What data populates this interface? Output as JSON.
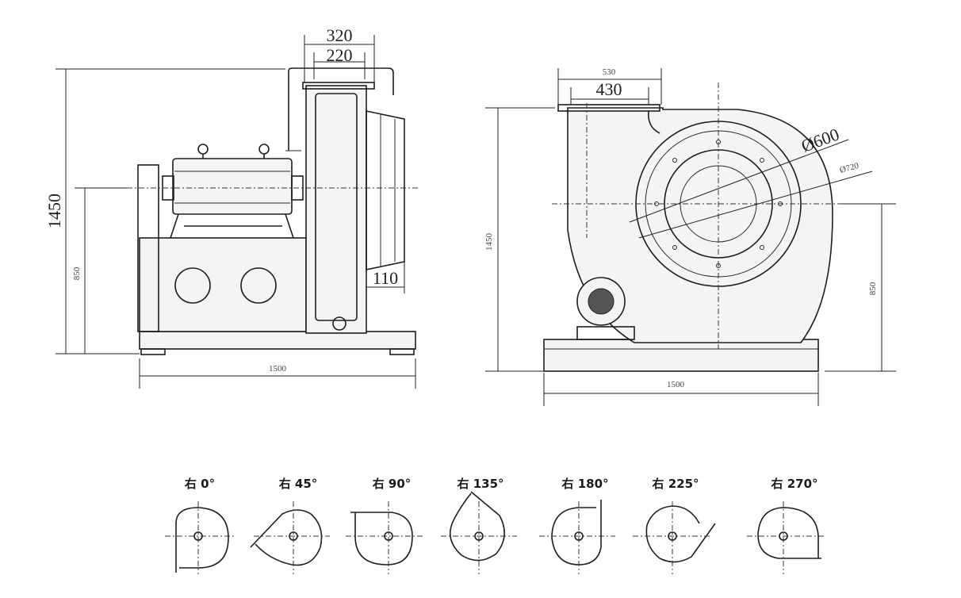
{
  "front_view": {
    "dim_top_outer": "320",
    "dim_top_inner": "220",
    "dim_height_total": "1450",
    "dim_height_shaft": "850",
    "dim_outlet_depth": "110",
    "dim_base_width": "1500"
  },
  "side_view": {
    "dim_outlet_outer": "530",
    "dim_outlet_inner": "430",
    "dim_dia_inner": "Ø600",
    "dim_dia_outer": "Ø720",
    "dim_height_total": "1450",
    "dim_height_shaft": "850",
    "dim_base_width": "1500"
  },
  "orientations": [
    {
      "label": "右 0°"
    },
    {
      "label": "右 45°"
    },
    {
      "label": "右 90°"
    },
    {
      "label": "右 135°"
    },
    {
      "label": "右 180°"
    },
    {
      "label": "右 225°"
    },
    {
      "label": "右 270°"
    }
  ]
}
